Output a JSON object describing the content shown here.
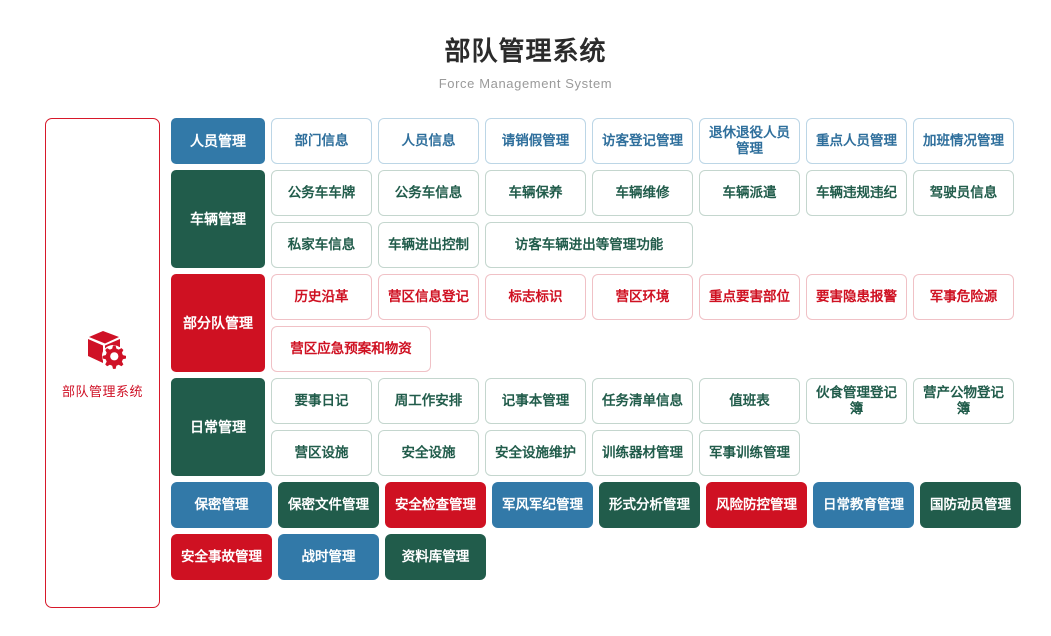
{
  "header": {
    "title": "部队管理系统",
    "subtitle": "Force Management System"
  },
  "sidebar": {
    "logo_icon": "cube-gear-icon",
    "label": "部队管理系统",
    "border_color": "#d7182a",
    "text_color": "#cf1126"
  },
  "colors": {
    "blue": "#3279a8",
    "green": "#215c4b",
    "red": "#cf1122",
    "blue_border": "#bcd6e6",
    "green_border": "#c4d6ce",
    "red_border": "#f0c1c6"
  },
  "sections": [
    {
      "category": "人员管理",
      "color": "blue",
      "rows": [
        [
          {
            "label": "部门信息",
            "width": 1
          },
          {
            "label": "人员信息",
            "width": 1
          },
          {
            "label": "请销假管理",
            "width": 1
          },
          {
            "label": "访客登记管理",
            "width": 1
          },
          {
            "label": "退休退役人员管理",
            "width": 1
          },
          {
            "label": "重点人员管理",
            "width": 1
          },
          {
            "label": "加班情况管理",
            "width": 1
          }
        ]
      ]
    },
    {
      "category": "车辆管理",
      "color": "green",
      "rows": [
        [
          {
            "label": "公务车车牌",
            "width": 1
          },
          {
            "label": "公务车信息",
            "width": 1
          },
          {
            "label": "车辆保养",
            "width": 1
          },
          {
            "label": "车辆维修",
            "width": 1
          },
          {
            "label": "车辆派遣",
            "width": 1
          },
          {
            "label": "车辆违规违纪",
            "width": 1
          },
          {
            "label": "驾驶员信息",
            "width": 1
          }
        ],
        [
          {
            "label": "私家车信息",
            "width": 1
          },
          {
            "label": "车辆进出控制",
            "width": 1
          },
          {
            "label": "访客车辆进出等管理功能",
            "width": 2
          }
        ]
      ]
    },
    {
      "category": "部分队管理",
      "color": "red",
      "rows": [
        [
          {
            "label": "历史沿革",
            "width": 1
          },
          {
            "label": "营区信息登记",
            "width": 1
          },
          {
            "label": "标志标识",
            "width": 1
          },
          {
            "label": "营区环境",
            "width": 1
          },
          {
            "label": "重点要害部位",
            "width": 1
          },
          {
            "label": "要害隐患报警",
            "width": 1
          },
          {
            "label": "军事危险源",
            "width": 1
          }
        ],
        [
          {
            "label": "营区应急预案和物资",
            "width": 1.5
          }
        ]
      ]
    },
    {
      "category": "日常管理",
      "color": "green",
      "rows": [
        [
          {
            "label": "要事日记",
            "width": 1
          },
          {
            "label": "周工作安排",
            "width": 1
          },
          {
            "label": "记事本管理",
            "width": 1
          },
          {
            "label": "任务清单信息",
            "width": 1
          },
          {
            "label": "值班表",
            "width": 1
          },
          {
            "label": "伙食管理登记簿",
            "width": 1
          },
          {
            "label": "营产公物登记簿",
            "width": 1
          }
        ],
        [
          {
            "label": "营区设施",
            "width": 1
          },
          {
            "label": "安全设施",
            "width": 1
          },
          {
            "label": "安全设施维护",
            "width": 1
          },
          {
            "label": "训练器材管理",
            "width": 1
          },
          {
            "label": "军事训练管理",
            "width": 1
          }
        ]
      ]
    }
  ],
  "bottom_rows": [
    [
      {
        "label": "保密管理",
        "color": "blue"
      },
      {
        "label": "保密文件管理",
        "color": "green"
      },
      {
        "label": "安全检查管理",
        "color": "red"
      },
      {
        "label": "军风军纪管理",
        "color": "blue"
      },
      {
        "label": "形式分析管理",
        "color": "green"
      },
      {
        "label": "风险防控管理",
        "color": "red"
      },
      {
        "label": "日常教育管理",
        "color": "blue"
      },
      {
        "label": "国防动员管理",
        "color": "green"
      }
    ],
    [
      {
        "label": "安全事故管理",
        "color": "red"
      },
      {
        "label": "战时管理",
        "color": "blue"
      },
      {
        "label": "资料库管理",
        "color": "green"
      }
    ]
  ]
}
